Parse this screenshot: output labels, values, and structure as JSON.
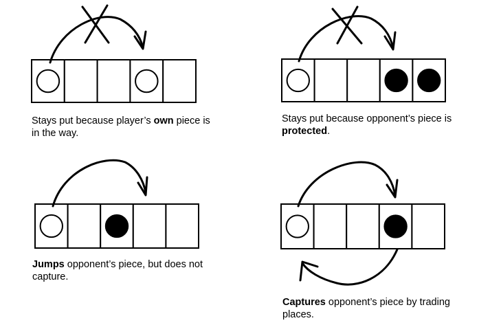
{
  "colors": {
    "background": "#ffffff",
    "ink": "#000000",
    "own_piece_fill": "#ffffff",
    "opponent_piece_fill": "#000000"
  },
  "panels": [
    {
      "id": "own-piece-blocks",
      "cells": [
        "own",
        "empty",
        "empty",
        "own",
        "empty"
      ],
      "arrow": "forward",
      "crossed_out": true,
      "caption": [
        {
          "text": "Stays put because player’s "
        },
        {
          "text": "own",
          "bold": true
        },
        {
          "text": " piece is in the way."
        }
      ]
    },
    {
      "id": "protected-piece-blocks",
      "cells": [
        "own",
        "empty",
        "empty",
        "opponent",
        "opponent"
      ],
      "arrow": "forward",
      "crossed_out": true,
      "caption": [
        {
          "text": "Stays put because opponent’s piece is "
        },
        {
          "text": "protected",
          "bold": true
        },
        {
          "text": "."
        }
      ]
    },
    {
      "id": "jump-no-capture",
      "cells": [
        "own",
        "empty",
        "opponent",
        "empty",
        "empty"
      ],
      "arrow": "forward",
      "crossed_out": false,
      "caption": [
        {
          "text": "Jumps",
          "bold": true
        },
        {
          "text": " opponent’s piece, but does not capture."
        }
      ]
    },
    {
      "id": "capture-trade-places",
      "cells": [
        "own",
        "empty",
        "empty",
        "opponent",
        "empty"
      ],
      "arrow": "forward-and-back",
      "crossed_out": false,
      "caption": [
        {
          "text": "Captures",
          "bold": true
        },
        {
          "text": " opponent’s piece by trading places."
        }
      ]
    }
  ]
}
